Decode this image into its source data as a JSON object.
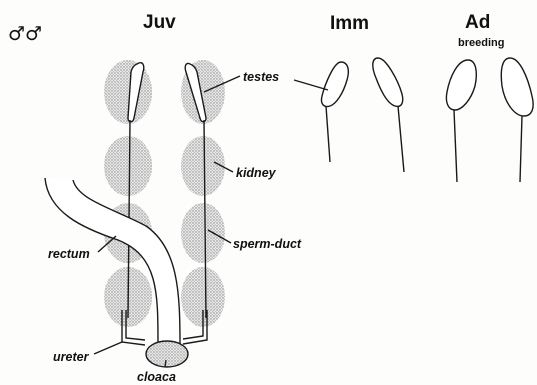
{
  "header": {
    "symbol": "♂♂",
    "juv": "Juv",
    "imm": "Imm",
    "ad": "Ad",
    "ad_sub": "breeding"
  },
  "labels": {
    "testes": "testes",
    "kidney": "kidney",
    "sperm_duct": "sperm-duct",
    "rectum": "rectum",
    "ureter": "ureter",
    "cloaca": "cloaca"
  },
  "colors": {
    "ink": "#1a1a1a",
    "stipple": "#9a9a9a"
  }
}
